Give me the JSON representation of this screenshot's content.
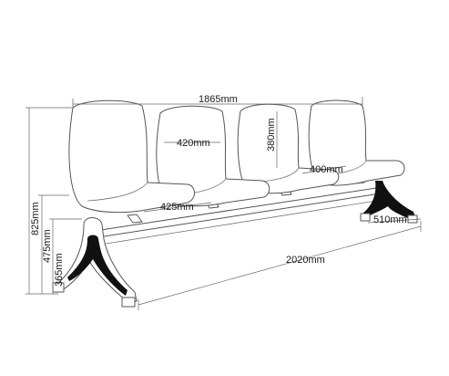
{
  "dimensions": {
    "total_width": "1865mm",
    "seat_width": "420mm",
    "back_height": "380mm",
    "seat_depth": "400mm",
    "seat_spacing": "425mm",
    "foot_depth": "510mm",
    "beam_length": "2020mm",
    "overall_height": "825mm",
    "arm_height": "475mm",
    "seat_height": "365mm"
  },
  "colors": {
    "line": "#555555",
    "feet": "#111111",
    "text": "#1a1a1a"
  }
}
